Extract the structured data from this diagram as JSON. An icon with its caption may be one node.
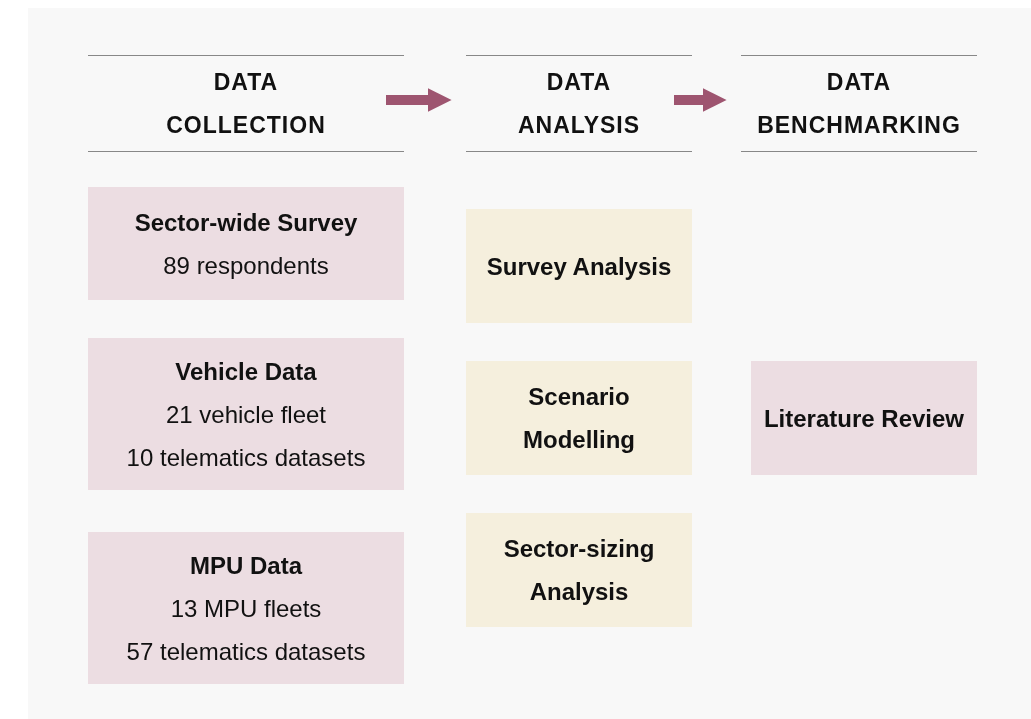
{
  "diagram": {
    "nodes": [
      {
        "text": [
          "DATA COLLECTION"
        ]
      },
      {
        "text": [
          "DATA ANALYSIS"
        ]
      },
      {
        "text": [
          "DATA BENCHMARKING"
        ]
      },
      {
        "text": [
          "Sector-wide Survey",
          "89 respondents"
        ]
      },
      {
        "text": [
          "Vehicle Data",
          "21 vehicle fleet",
          "10 telematics datasets"
        ]
      },
      {
        "text": [
          "MPU Data",
          "13 MPU fleets",
          "57 telematics datasets"
        ]
      },
      {
        "text": [
          "Survey Analysis"
        ]
      },
      {
        "text": [
          "Scenario Modelling"
        ]
      },
      {
        "text": [
          "Sector-sizing Analysis"
        ]
      },
      {
        "text": [
          "Literature Review"
        ]
      }
    ],
    "edges": [
      {
        "from": 0,
        "to": 1,
        "arrow": "to"
      },
      {
        "from": 1,
        "to": 2,
        "arrow": "to"
      }
    ]
  }
}
